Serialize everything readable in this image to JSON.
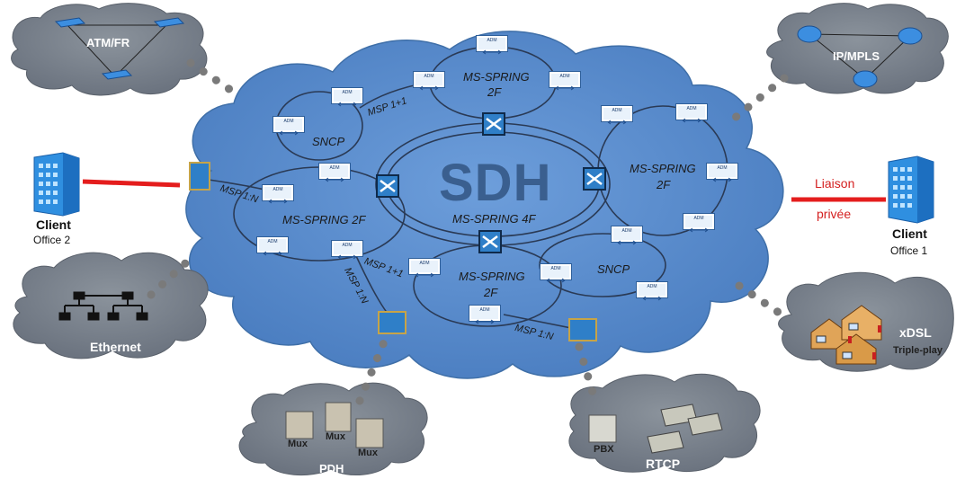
{
  "center_title": "SDH",
  "rings": {
    "top": "MS-SPRING",
    "top_sub": "2F",
    "center": "MS-SPRING 4F",
    "right": "MS-SPRING",
    "right_sub": "2F",
    "left": "MS-SPRING 2F",
    "bottom": "MS-SPRING",
    "bottom_sub": "2F",
    "sncp_left": "SNCP",
    "sncp_right": "SNCP"
  },
  "protection": {
    "msp_top": "MSP 1+1",
    "msp_left": "MSP 1:N",
    "msp_bottom_1": "MSP 1+1",
    "msp_bottom_2": "MSP 1:N",
    "msp_bottom_3": "MSP 1:N"
  },
  "node_label": "ADM",
  "networks": {
    "atm": "ATM/FR",
    "ipmpls": "IP/MPLS",
    "ethernet": "Ethernet",
    "xdsl": "xDSL",
    "xdsl_sub": "Triple-play",
    "pdh": "PDH",
    "mux": "Mux",
    "pbx": "PBX",
    "rtcp": "RTCP"
  },
  "clients": {
    "left_title": "Client",
    "left_sub": "Office 2",
    "right_title": "Client",
    "right_sub": "Office 1",
    "link_line1": "Liaison",
    "link_line2": "privée"
  },
  "colors": {
    "cloud_main": "#5b8fd0",
    "cloud_grey": "#7d8590",
    "ring": "#2a3a55",
    "link_red": "#e41d1d",
    "connector": "#7a7a7a"
  }
}
